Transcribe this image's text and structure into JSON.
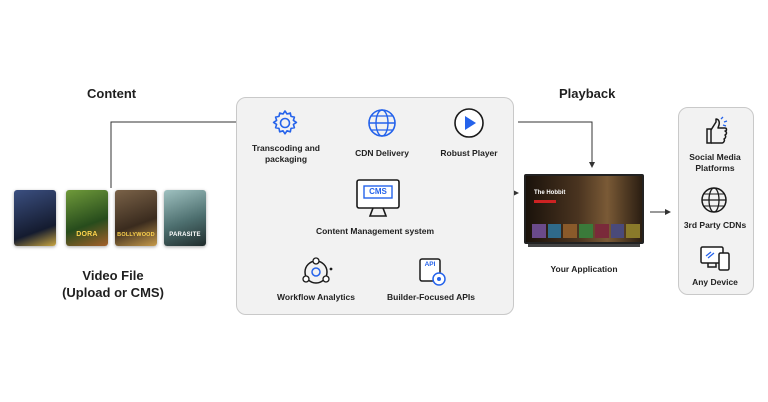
{
  "headings": {
    "content": "Content",
    "playback": "Playback"
  },
  "source": {
    "title_line1": "Video File",
    "title_line2": "(Upload or CMS)",
    "posters": [
      {
        "title": "",
        "color": "#2b3a5c"
      },
      {
        "title": "DORA",
        "color": "#3f6a2a"
      },
      {
        "title": "BOLLYWOOD",
        "color": "#4c3b2a"
      },
      {
        "title": "PARASITE",
        "color": "#6b8a8c"
      }
    ]
  },
  "pipeline": {
    "transcoding_line1": "Transcoding and",
    "transcoding_line2": "packaging",
    "cdn_delivery": "CDN Delivery",
    "robust_player": "Robust Player",
    "cms_icon_text": "CMS",
    "cms": "Content Management system",
    "workflow_analytics": "Workflow Analytics",
    "api_icon_text": "API",
    "builder_apis": "Builder-Focused APIs"
  },
  "app": {
    "label": "Your Application",
    "tv_title": "The Hobbit"
  },
  "outputs": {
    "social_line1": "Social Media",
    "social_line2": "Platforms",
    "cdns": "3rd Party CDNs",
    "device": "Any Device"
  },
  "colors": {
    "accent": "#2563eb",
    "panel": "#f2f2f2",
    "line": "#333333"
  },
  "icons": [
    "gear-icon",
    "globe-icon",
    "play-icon",
    "cms-monitor-icon",
    "analytics-icon",
    "api-icon",
    "thumbs-up-icon",
    "globe-icon",
    "devices-icon"
  ]
}
